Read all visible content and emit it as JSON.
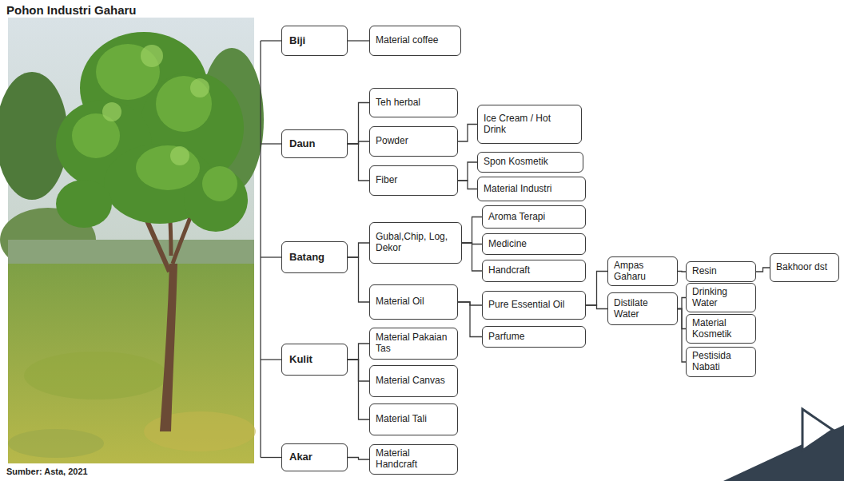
{
  "diagram": {
    "title": "Pohon Industri Gaharu",
    "caption": "Sumber: Asta, 2021",
    "nodes": [
      {
        "text": [
          "Biji"
        ]
      },
      {
        "text": [
          "Material coffee"
        ]
      },
      {
        "text": [
          "Daun"
        ]
      },
      {
        "text": [
          "Teh herbal"
        ]
      },
      {
        "text": [
          "Powder"
        ]
      },
      {
        "text": [
          "Ice Cream / Hot Drink"
        ]
      },
      {
        "text": [
          "Fiber"
        ]
      },
      {
        "text": [
          "Spon Kosmetik"
        ]
      },
      {
        "text": [
          "Material Industri"
        ]
      },
      {
        "text": [
          "Batang"
        ]
      },
      {
        "text": [
          "Gubal,Chip, Log, Dekor"
        ]
      },
      {
        "text": [
          "Aroma Terapi"
        ]
      },
      {
        "text": [
          "Medicine"
        ]
      },
      {
        "text": [
          "Handcraft"
        ]
      },
      {
        "text": [
          "Material Oil"
        ]
      },
      {
        "text": [
          "Pure Essential Oil"
        ]
      },
      {
        "text": [
          "Ampas Gaharu"
        ]
      },
      {
        "text": [
          "Resin"
        ]
      },
      {
        "text": [
          "Bakhoor dst"
        ]
      },
      {
        "text": [
          "Distilate Water"
        ]
      },
      {
        "text": [
          "Drinking Water"
        ]
      },
      {
        "text": [
          "Material Kosmetik"
        ]
      },
      {
        "text": [
          "Pestisida Nabati"
        ]
      },
      {
        "text": [
          "Parfume"
        ]
      },
      {
        "text": [
          "Kulit"
        ]
      },
      {
        "text": [
          "Material Pakaian Tas"
        ]
      },
      {
        "text": [
          "Material Canvas"
        ]
      },
      {
        "text": [
          "Material Tali"
        ]
      },
      {
        "text": [
          "Akar"
        ]
      },
      {
        "text": [
          "Material Handcraft"
        ]
      }
    ],
    "edges": [
      {
        "from": 0,
        "to": 1,
        "arrow": "none"
      },
      {
        "from": 2,
        "to": 3,
        "arrow": "none"
      },
      {
        "from": 2,
        "to": 4,
        "arrow": "none"
      },
      {
        "from": 2,
        "to": 6,
        "arrow": "none"
      },
      {
        "from": 4,
        "to": 5,
        "arrow": "none"
      },
      {
        "from": 6,
        "to": 7,
        "arrow": "none"
      },
      {
        "from": 6,
        "to": 8,
        "arrow": "none"
      },
      {
        "from": 9,
        "to": 10,
        "arrow": "none"
      },
      {
        "from": 9,
        "to": 14,
        "arrow": "none"
      },
      {
        "from": 10,
        "to": 11,
        "arrow": "none"
      },
      {
        "from": 10,
        "to": 12,
        "arrow": "none"
      },
      {
        "from": 10,
        "to": 13,
        "arrow": "none"
      },
      {
        "from": 14,
        "to": 15,
        "arrow": "none"
      },
      {
        "from": 14,
        "to": 23,
        "arrow": "none"
      },
      {
        "from": 15,
        "to": 16,
        "arrow": "none"
      },
      {
        "from": 15,
        "to": 19,
        "arrow": "none"
      },
      {
        "from": 16,
        "to": 17,
        "arrow": "none"
      },
      {
        "from": 17,
        "to": 18,
        "arrow": "none"
      },
      {
        "from": 19,
        "to": 20,
        "arrow": "none"
      },
      {
        "from": 19,
        "to": 21,
        "arrow": "none"
      },
      {
        "from": 19,
        "to": 22,
        "arrow": "none"
      },
      {
        "from": 24,
        "to": 25,
        "arrow": "none"
      },
      {
        "from": 24,
        "to": 26,
        "arrow": "none"
      },
      {
        "from": 24,
        "to": 27,
        "arrow": "none"
      },
      {
        "from": 28,
        "to": 29,
        "arrow": "none"
      }
    ]
  }
}
